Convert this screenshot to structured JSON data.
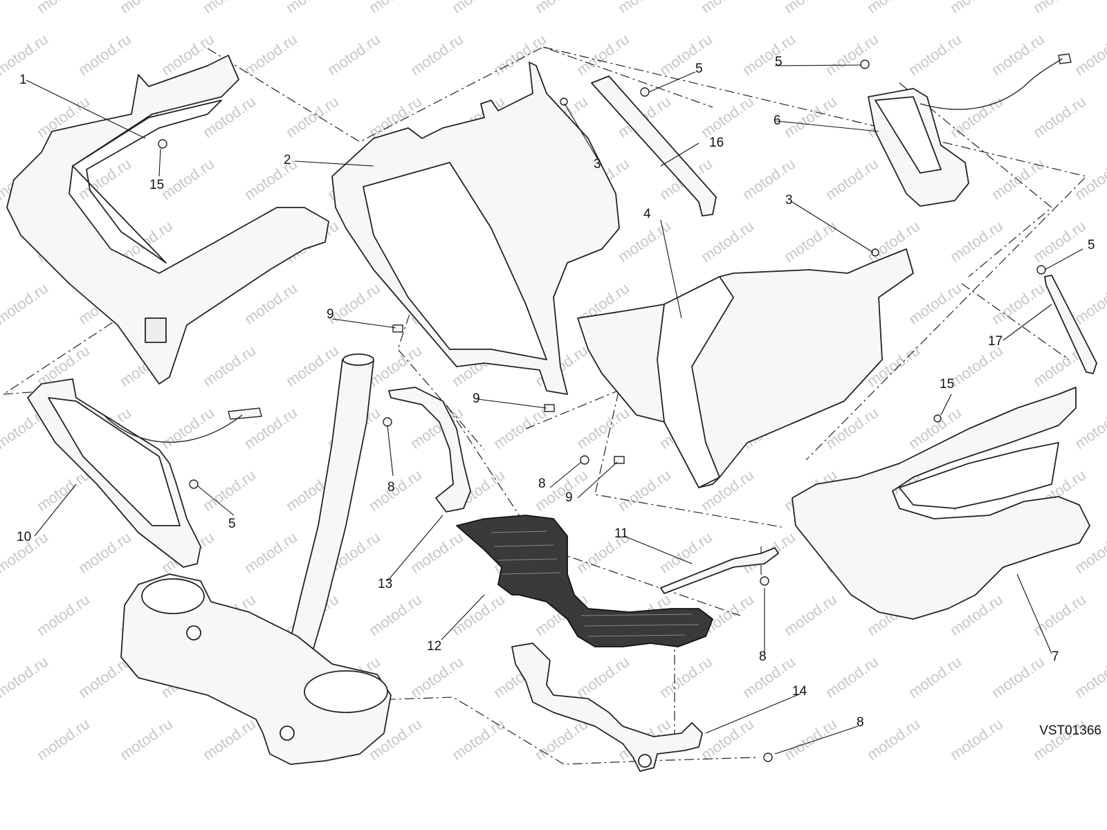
{
  "diagram": {
    "reference_code": "VST01366",
    "watermark": "motod.ru",
    "line_color": "#222222",
    "fill_color": "#f7f7f7",
    "dark_part_color": "#3a3a3a",
    "watermark_color": "#c7c7c7",
    "callouts": [
      {
        "id": "c1",
        "label": "1"
      },
      {
        "id": "c2",
        "label": "2"
      },
      {
        "id": "c3a",
        "label": "3"
      },
      {
        "id": "c3b",
        "label": "3"
      },
      {
        "id": "c4",
        "label": "4"
      },
      {
        "id": "c5a",
        "label": "5"
      },
      {
        "id": "c5b",
        "label": "5"
      },
      {
        "id": "c5c",
        "label": "5"
      },
      {
        "id": "c5d",
        "label": "5"
      },
      {
        "id": "c6",
        "label": "6"
      },
      {
        "id": "c7",
        "label": "7"
      },
      {
        "id": "c8a",
        "label": "8"
      },
      {
        "id": "c8b",
        "label": "8"
      },
      {
        "id": "c8c",
        "label": "8"
      },
      {
        "id": "c8d",
        "label": "8"
      },
      {
        "id": "c9a",
        "label": "9"
      },
      {
        "id": "c9b",
        "label": "9"
      },
      {
        "id": "c9c",
        "label": "9"
      },
      {
        "id": "c10",
        "label": "10"
      },
      {
        "id": "c11",
        "label": "11"
      },
      {
        "id": "c12",
        "label": "12"
      },
      {
        "id": "c13",
        "label": "13"
      },
      {
        "id": "c14",
        "label": "14"
      },
      {
        "id": "c15a",
        "label": "15"
      },
      {
        "id": "c15b",
        "label": "15"
      },
      {
        "id": "c16",
        "label": "16"
      },
      {
        "id": "c17",
        "label": "17"
      }
    ]
  }
}
